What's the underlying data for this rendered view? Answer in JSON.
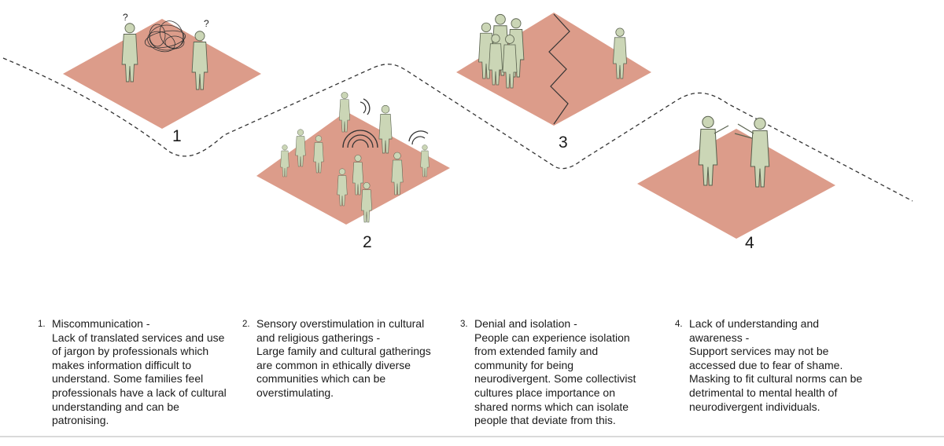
{
  "colors": {
    "floor": "#dc9c8a",
    "figure_fill": "#cbd6b6",
    "figure_stroke": "#5b6350",
    "path": "#333333"
  },
  "scenes": [
    {
      "number": "1",
      "question_marks": [
        "?",
        "?"
      ]
    },
    {
      "number": "2"
    },
    {
      "number": "3"
    },
    {
      "number": "4"
    }
  ],
  "captions": [
    {
      "index": "1.",
      "title": "Miscommunication -",
      "text": "Lack of translated services and use of jargon by professionals which makes information difficult to understand. Some families feel professionals have a lack of cultural understanding and can be patronising."
    },
    {
      "index": "2.",
      "title": "Sensory overstimulation in cultural and religious gatherings -",
      "text": "Large family and cultural gatherings are common in ethically diverse communities which can be overstimulating."
    },
    {
      "index": "3.",
      "title": "Denial and isolation -",
      "text": "People can experience isolation from extended family and community for being neurodivergent. Some collectivist cultures place importance on shared norms which can isolate people that deviate from this."
    },
    {
      "index": "4.",
      "title": "Lack of understanding and awareness -",
      "text": "Support services may not be accessed due to fear of shame. Masking to fit cultural norms can be detrimental to mental health of neurodivergent individuals."
    }
  ]
}
